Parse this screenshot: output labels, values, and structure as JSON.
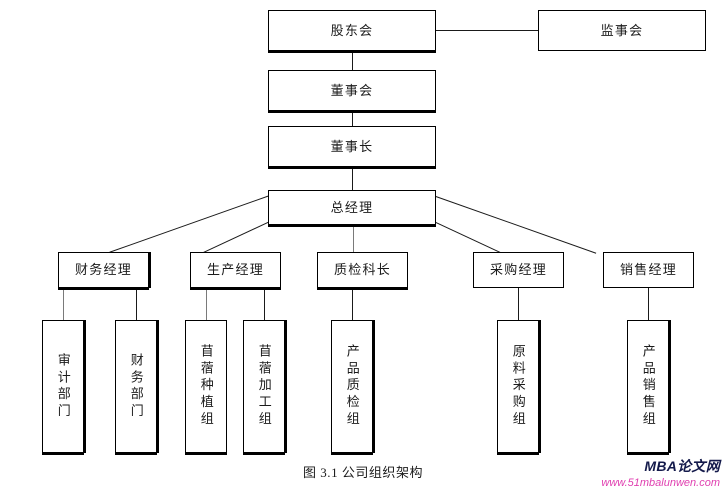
{
  "figure": {
    "caption": "图 3.1  公司组织架构",
    "watermark_title": "MBA论文网",
    "watermark_url": "www.51mbalunwen.com",
    "watermark_title_color": "#141a4b",
    "watermark_url_color": "#e03fb0",
    "line_color": "#1a1a1a",
    "box_border_color": "#000000",
    "background_color": "#ffffff"
  },
  "chart_data": {
    "type": "diagram",
    "diagram_type": "organization-chart",
    "title": "图 3.1  公司组织架构",
    "orientation": "top-down",
    "levels": [
      {
        "level": 1,
        "nodes": [
          "股东会",
          "监事会"
        ]
      },
      {
        "level": 2,
        "nodes": [
          "董事会"
        ]
      },
      {
        "level": 3,
        "nodes": [
          "董事长"
        ]
      },
      {
        "level": 4,
        "nodes": [
          "总经理"
        ]
      },
      {
        "level": 5,
        "nodes": [
          "财务经理",
          "生产经理",
          "质检科长",
          "采购经理",
          "销售经理"
        ]
      },
      {
        "level": 6,
        "nodes": [
          "审计部门",
          "财务部门",
          "苜蓿种植组",
          "苜蓿加工组",
          "产品质检组",
          "原料采购组",
          "产品销售组"
        ]
      }
    ],
    "edges": [
      {
        "from": "股东会",
        "to": "监事会",
        "style": "horizontal"
      },
      {
        "from": "股东会",
        "to": "董事会",
        "style": "vertical"
      },
      {
        "from": "董事会",
        "to": "董事长",
        "style": "vertical"
      },
      {
        "from": "董事长",
        "to": "总经理",
        "style": "vertical"
      },
      {
        "from": "总经理",
        "to": "财务经理",
        "style": "diagonal"
      },
      {
        "from": "总经理",
        "to": "生产经理",
        "style": "diagonal"
      },
      {
        "from": "总经理",
        "to": "质检科长",
        "style": "vertical"
      },
      {
        "from": "总经理",
        "to": "采购经理",
        "style": "diagonal"
      },
      {
        "from": "总经理",
        "to": "销售经理",
        "style": "diagonal"
      },
      {
        "from": "财务经理",
        "to": "审计部门",
        "style": "vertical"
      },
      {
        "from": "财务经理",
        "to": "财务部门",
        "style": "vertical"
      },
      {
        "from": "生产经理",
        "to": "苜蓿种植组",
        "style": "vertical"
      },
      {
        "from": "生产经理",
        "to": "苜蓿加工组",
        "style": "vertical"
      },
      {
        "from": "质检科长",
        "to": "产品质检组",
        "style": "vertical"
      },
      {
        "from": "采购经理",
        "to": "原料采购组",
        "style": "vertical"
      },
      {
        "from": "销售经理",
        "to": "产品销售组",
        "style": "vertical"
      }
    ]
  },
  "nodes": {
    "shareholders_meeting": "股东会",
    "supervisory_board": "监事会",
    "board_of_directors": "董事会",
    "chairman": "董事长",
    "general_manager": "总经理",
    "finance_manager": "财务经理",
    "production_manager": "生产经理",
    "qc_chief": "质检科长",
    "purchasing_manager": "采购经理",
    "sales_manager": "销售经理",
    "audit_department": "审计部门",
    "finance_department": "财务部门",
    "alfalfa_planting_group": "苜蓿种植组",
    "alfalfa_processing_group": "苜蓿加工组",
    "product_qc_group": "产品质检组",
    "raw_material_purchasing_group": "原料采购组",
    "product_sales_group": "产品销售组"
  }
}
